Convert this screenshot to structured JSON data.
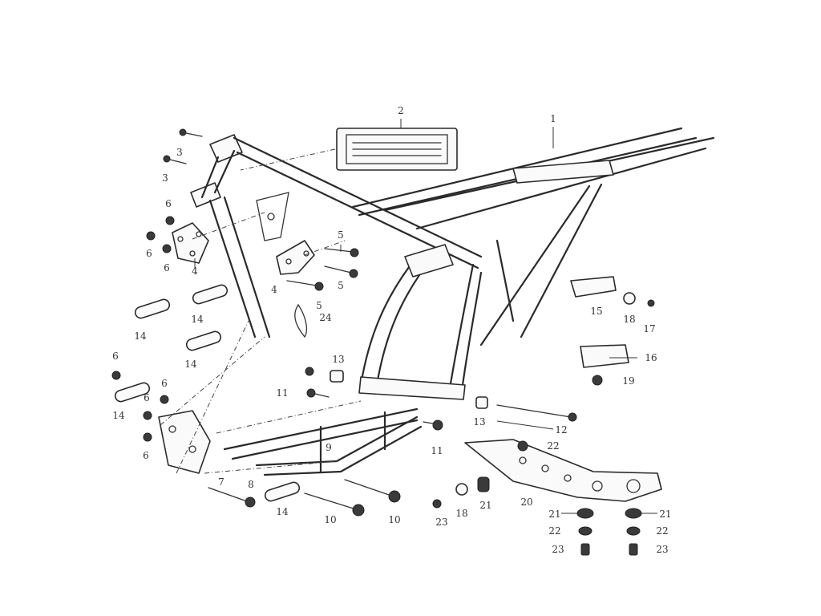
{
  "callouts": [
    {
      "label": "1"
    },
    {
      "label": "2"
    },
    {
      "label": "3"
    },
    {
      "label": "3"
    },
    {
      "label": "4"
    },
    {
      "label": "4"
    },
    {
      "label": "5"
    },
    {
      "label": "5"
    },
    {
      "label": "5"
    },
    {
      "label": "6"
    },
    {
      "label": "6"
    },
    {
      "label": "6"
    },
    {
      "label": "6"
    },
    {
      "label": "6"
    },
    {
      "label": "6"
    },
    {
      "label": "6"
    },
    {
      "label": "7"
    },
    {
      "label": "8"
    },
    {
      "label": "9"
    },
    {
      "label": "10"
    },
    {
      "label": "10"
    },
    {
      "label": "11"
    },
    {
      "label": "11"
    },
    {
      "label": "12"
    },
    {
      "label": "13"
    },
    {
      "label": "13"
    },
    {
      "label": "14"
    },
    {
      "label": "14"
    },
    {
      "label": "14"
    },
    {
      "label": "14"
    },
    {
      "label": "14"
    },
    {
      "label": "15"
    },
    {
      "label": "16"
    },
    {
      "label": "17"
    },
    {
      "label": "18"
    },
    {
      "label": "18"
    },
    {
      "label": "19"
    },
    {
      "label": "20"
    },
    {
      "label": "21"
    },
    {
      "label": "21"
    },
    {
      "label": "21"
    },
    {
      "label": "22"
    },
    {
      "label": "22"
    },
    {
      "label": "22"
    },
    {
      "label": "23"
    },
    {
      "label": "23"
    },
    {
      "label": "23"
    },
    {
      "label": "24"
    }
  ]
}
